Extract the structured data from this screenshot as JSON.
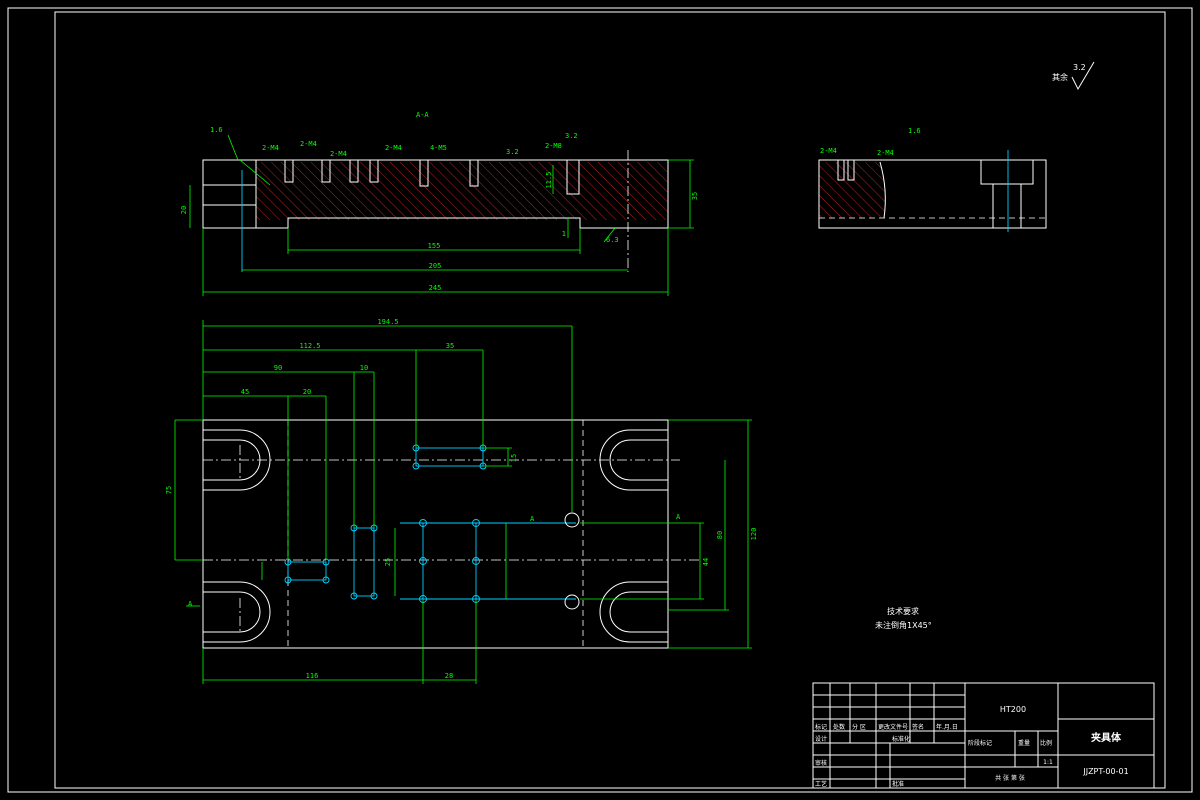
{
  "drawing": {
    "roughness_label": "其余",
    "roughness_value": "3.2",
    "tech_req_title": "技术要求",
    "tech_req_text": "未注倒角1X45°"
  },
  "front_view": {
    "dims": {
      "d155": "155",
      "d205": "205",
      "d245": "245",
      "d20": "20",
      "d35": "35",
      "d115": "11.5",
      "d1": "1"
    },
    "callouts": [
      "2-M4",
      "2-M4",
      "2-M4",
      "2-M4",
      "4-M5",
      "2-M8",
      "1.6",
      "3.2",
      "6.3",
      "A-A",
      "3.2"
    ]
  },
  "side_view": {
    "callouts": [
      "2-M4",
      "2-M4",
      "1.6"
    ]
  },
  "plan_view": {
    "dims": {
      "d1945": "194.5",
      "d1125": "112.5",
      "d35": "35",
      "d90": "90",
      "d10": "10",
      "d45": "45",
      "d20": "20",
      "d75": "75",
      "d120": "120",
      "d80": "80",
      "d44": "44",
      "d116": "116",
      "d28": "28",
      "d15": "15",
      "d25": "25",
      "dA": "A"
    }
  },
  "title_block": {
    "material": "HT200",
    "part_name": "夹具体",
    "drawing_no": "JJZPT-00-01",
    "scale": "1:1",
    "labels": {
      "mark": "标记",
      "count": "处数",
      "zone": "分 区",
      "change_doc": "更改文件号",
      "sign": "签名",
      "date": "年.月.日",
      "design": "设计",
      "standard": "标准化",
      "stage_mark": "阶段标记",
      "weight": "重量",
      "ratio": "比例",
      "check": "审核",
      "process": "工艺",
      "approve": "批准",
      "sheets": "共 张 第 张"
    }
  }
}
